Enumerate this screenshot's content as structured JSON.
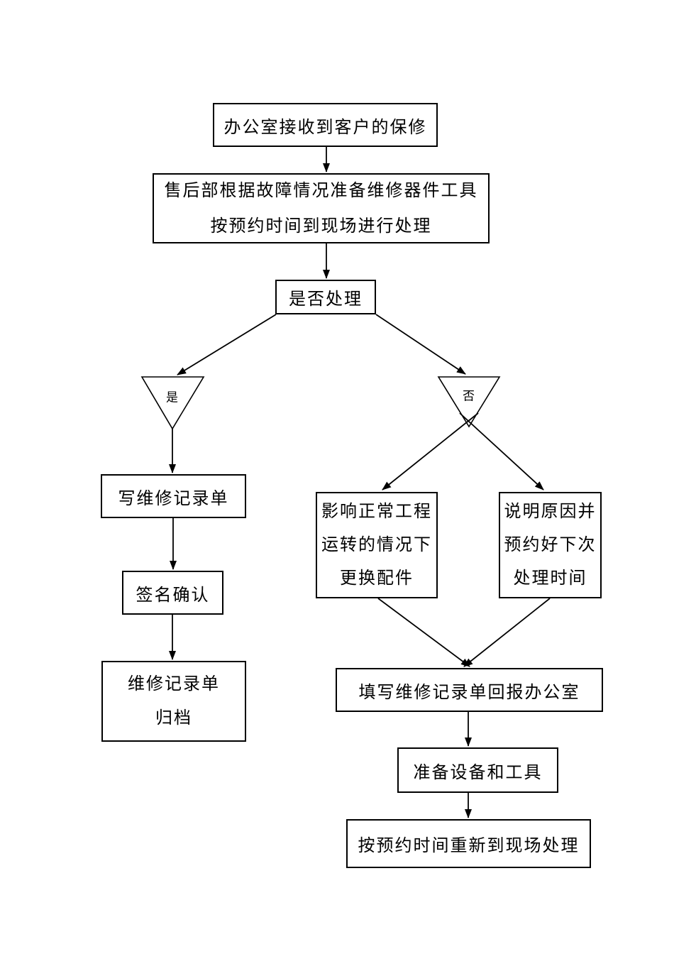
{
  "page": {
    "background_color": "#ffffff",
    "line_color": "#000000"
  },
  "flowchart": {
    "nodes": {
      "receive": {
        "label": "办公室接收到客户的保修"
      },
      "prepare": {
        "lines": [
          "售后部根据故障情况准备维修器件工具",
          "按预约时间到现场进行处理"
        ]
      },
      "decision": {
        "label": "是否处理"
      },
      "branch_yes": {
        "label": "是"
      },
      "branch_no": {
        "label": "否"
      },
      "write_record": {
        "label": "写维修记录单"
      },
      "sign": {
        "label": "签名确认"
      },
      "archive": {
        "lines": [
          "维修记录单",
          "归档"
        ]
      },
      "replace_parts": {
        "lines": [
          "影响正常工程",
          "运转的情况下",
          "更换配件"
        ]
      },
      "explain": {
        "lines": [
          "说明原因并",
          "预约好下次",
          "处理时间"
        ]
      },
      "report": {
        "label": "填写维修记录单回报办公室"
      },
      "prepare_tools": {
        "label": "准备设备和工具"
      },
      "revisit": {
        "label": "按预约时间重新到现场处理"
      }
    }
  }
}
